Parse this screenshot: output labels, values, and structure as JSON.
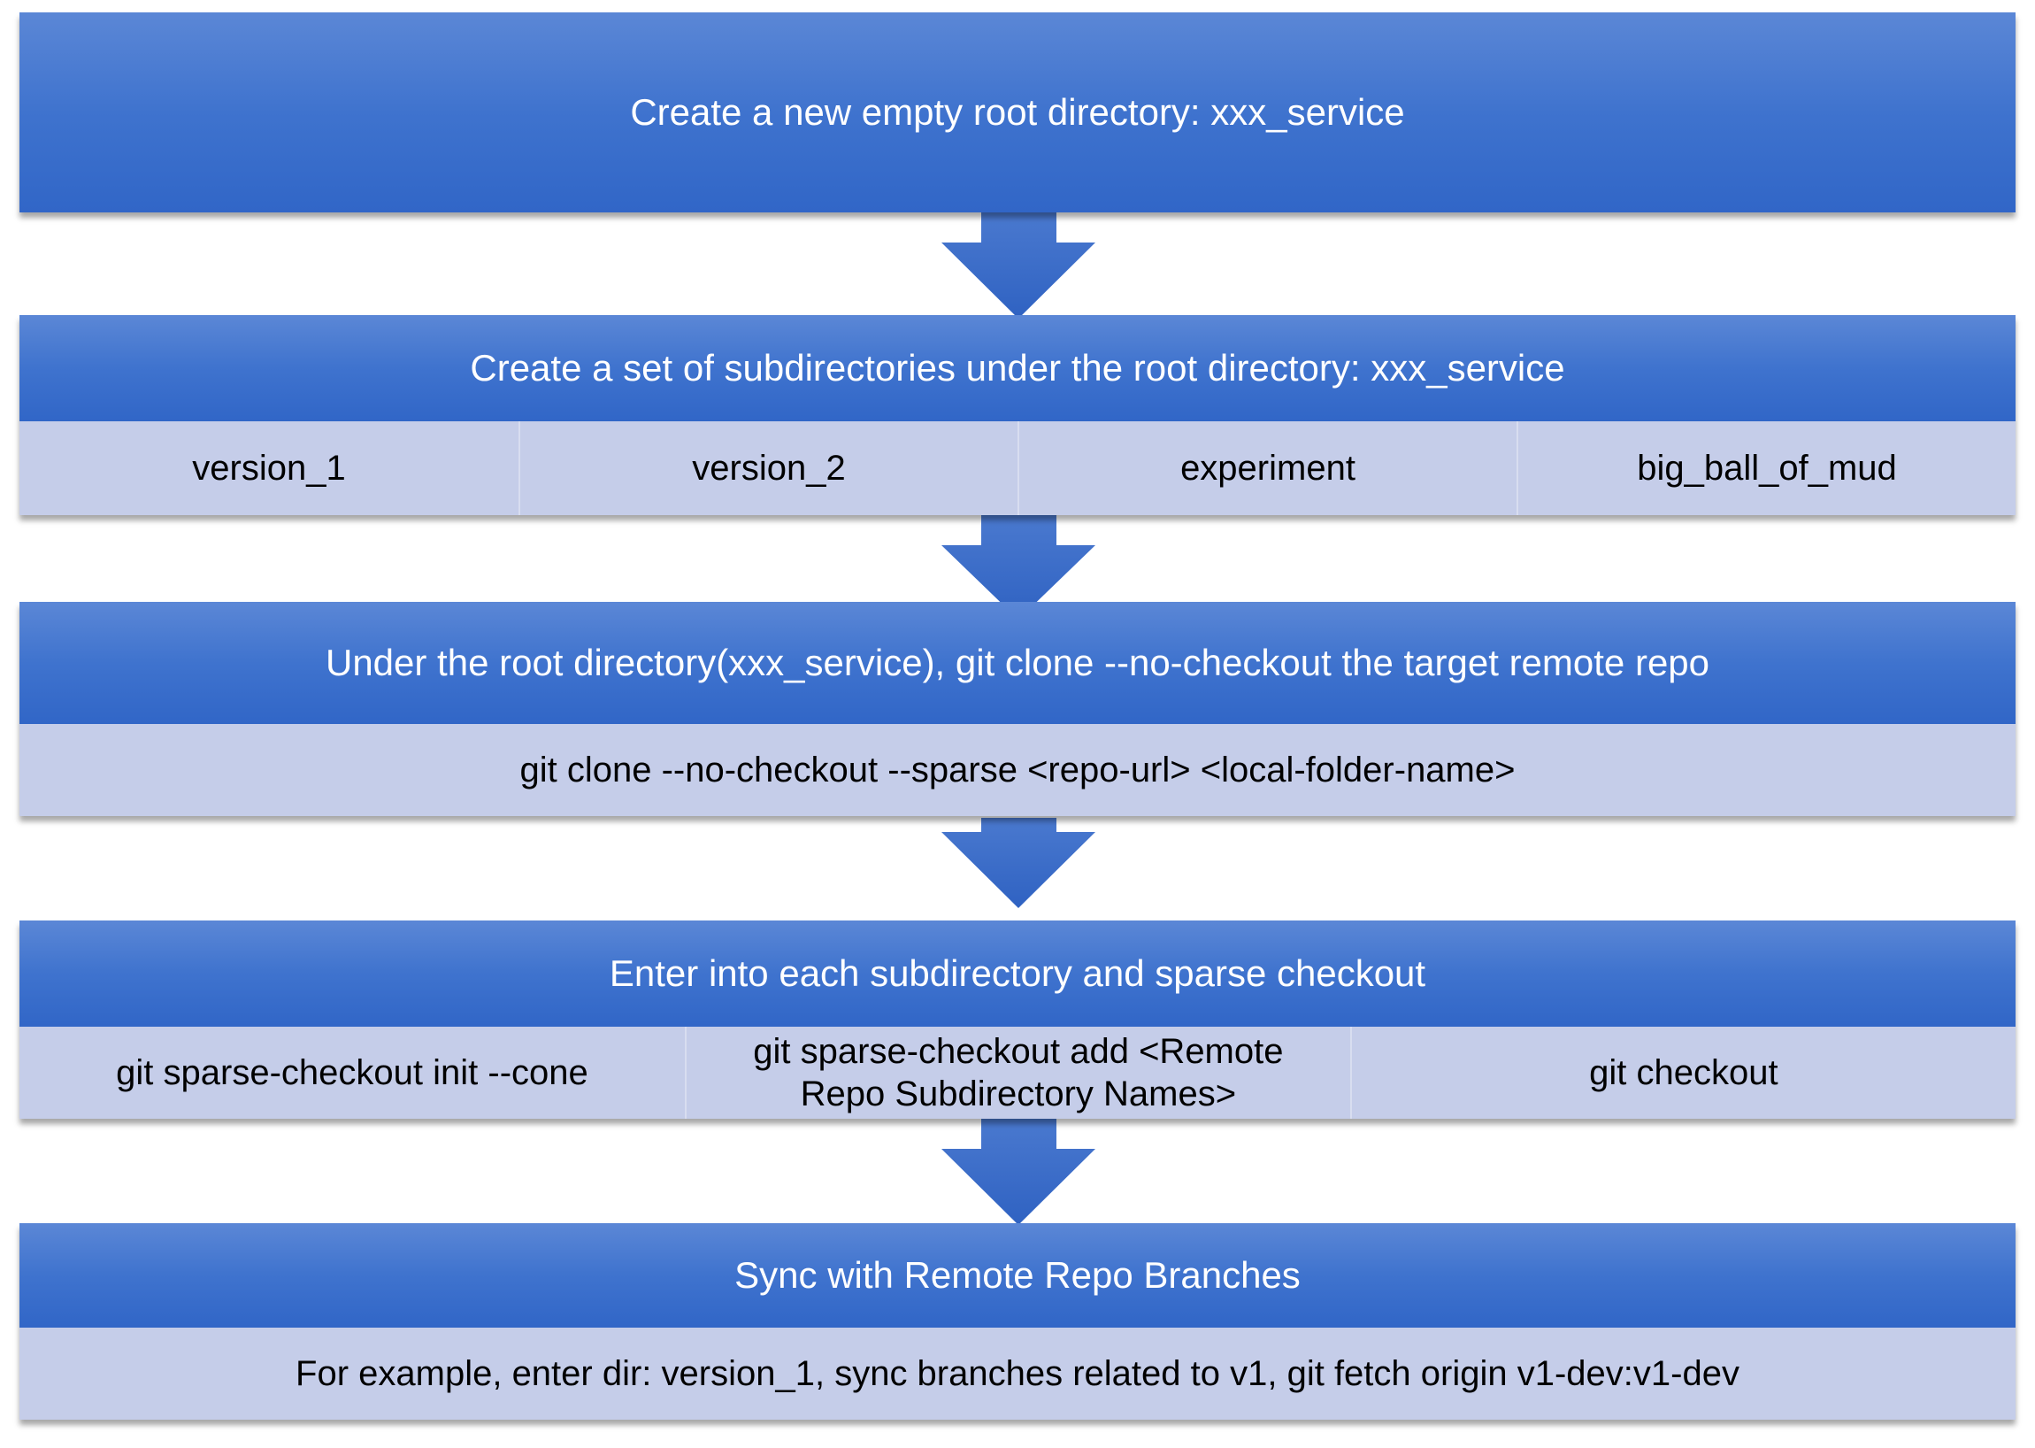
{
  "colors": {
    "header_top": "#5b87d6",
    "header_bottom": "#3166c7",
    "row_fill": "#c5cde9",
    "arrow": "#3a6bc6"
  },
  "steps": [
    {
      "title": "Create a new empty root directory: xxx_service",
      "cells": []
    },
    {
      "title": "Create a set of subdirectories under the root directory: xxx_service",
      "cells": [
        "version_1",
        "version_2",
        "experiment",
        "big_ball_of_mud"
      ]
    },
    {
      "title": "Under the root directory(xxx_service), git clone --no-checkout the target remote repo",
      "cells": [
        "git clone --no-checkout --sparse <repo-url> <local-folder-name>"
      ]
    },
    {
      "title": "Enter into each subdirectory and sparse checkout",
      "cells": [
        "git sparse-checkout init --cone",
        "git sparse-checkout add <Remote Repo Subdirectory Names>",
        "git checkout"
      ]
    },
    {
      "title": "Sync with Remote Repo Branches",
      "cells": [
        "For example, enter dir: version_1, sync branches related to v1, git fetch origin v1-dev:v1-dev"
      ]
    }
  ]
}
